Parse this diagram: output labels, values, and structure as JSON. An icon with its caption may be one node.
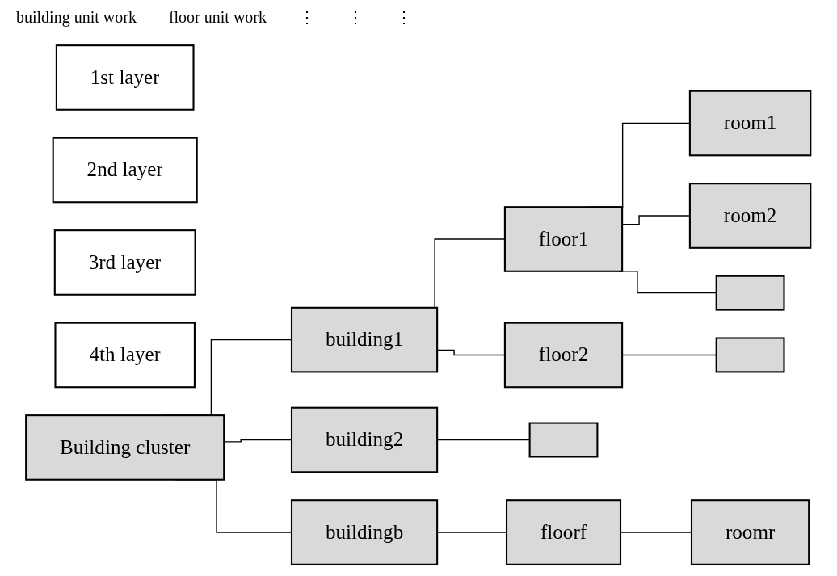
{
  "diagram": {
    "nodes": [
      {
        "text": [
          "1st layer"
        ]
      },
      {
        "text": [
          "2nd layer"
        ]
      },
      {
        "text": [
          "3rd layer"
        ]
      },
      {
        "text": [
          "4th layer"
        ]
      },
      {
        "text": [
          "Building cluster"
        ]
      },
      {
        "text": [
          "building1"
        ]
      },
      {
        "text": [
          "building2"
        ]
      },
      {
        "text": [
          "buildingb"
        ]
      },
      {
        "text": [
          "floor1"
        ]
      },
      {
        "text": [
          "floor2"
        ]
      },
      {
        "text": [],
        "shape": "box"
      },
      {
        "text": [
          "floorf"
        ]
      },
      {
        "text": [
          "room1"
        ]
      },
      {
        "text": [
          "room2"
        ]
      },
      {
        "text": [],
        "shape": "box"
      },
      {
        "text": [],
        "shape": "box"
      },
      {
        "text": [
          "roomr"
        ]
      }
    ],
    "edges": [
      {
        "from": 4,
        "to": 5,
        "arrow": "none"
      },
      {
        "from": 4,
        "to": 6,
        "arrow": "none"
      },
      {
        "from": 4,
        "to": 7,
        "arrow": "none"
      },
      {
        "from": 5,
        "to": 8,
        "arrow": "none"
      },
      {
        "from": 5,
        "to": 9,
        "arrow": "none"
      },
      {
        "from": 6,
        "to": 10,
        "arrow": "none"
      },
      {
        "from": 7,
        "to": 11,
        "arrow": "none"
      },
      {
        "from": 8,
        "to": 12,
        "arrow": "none"
      },
      {
        "from": 8,
        "to": 13,
        "arrow": "none"
      },
      {
        "from": 8,
        "to": 14,
        "arrow": "none"
      },
      {
        "from": 9,
        "to": 15,
        "arrow": "none"
      },
      {
        "from": 11,
        "to": 16,
        "arrow": "none"
      }
    ],
    "labels": [
      "building unit work",
      "floor unit work",
      "⋮",
      "⋮",
      "⋮"
    ]
  }
}
